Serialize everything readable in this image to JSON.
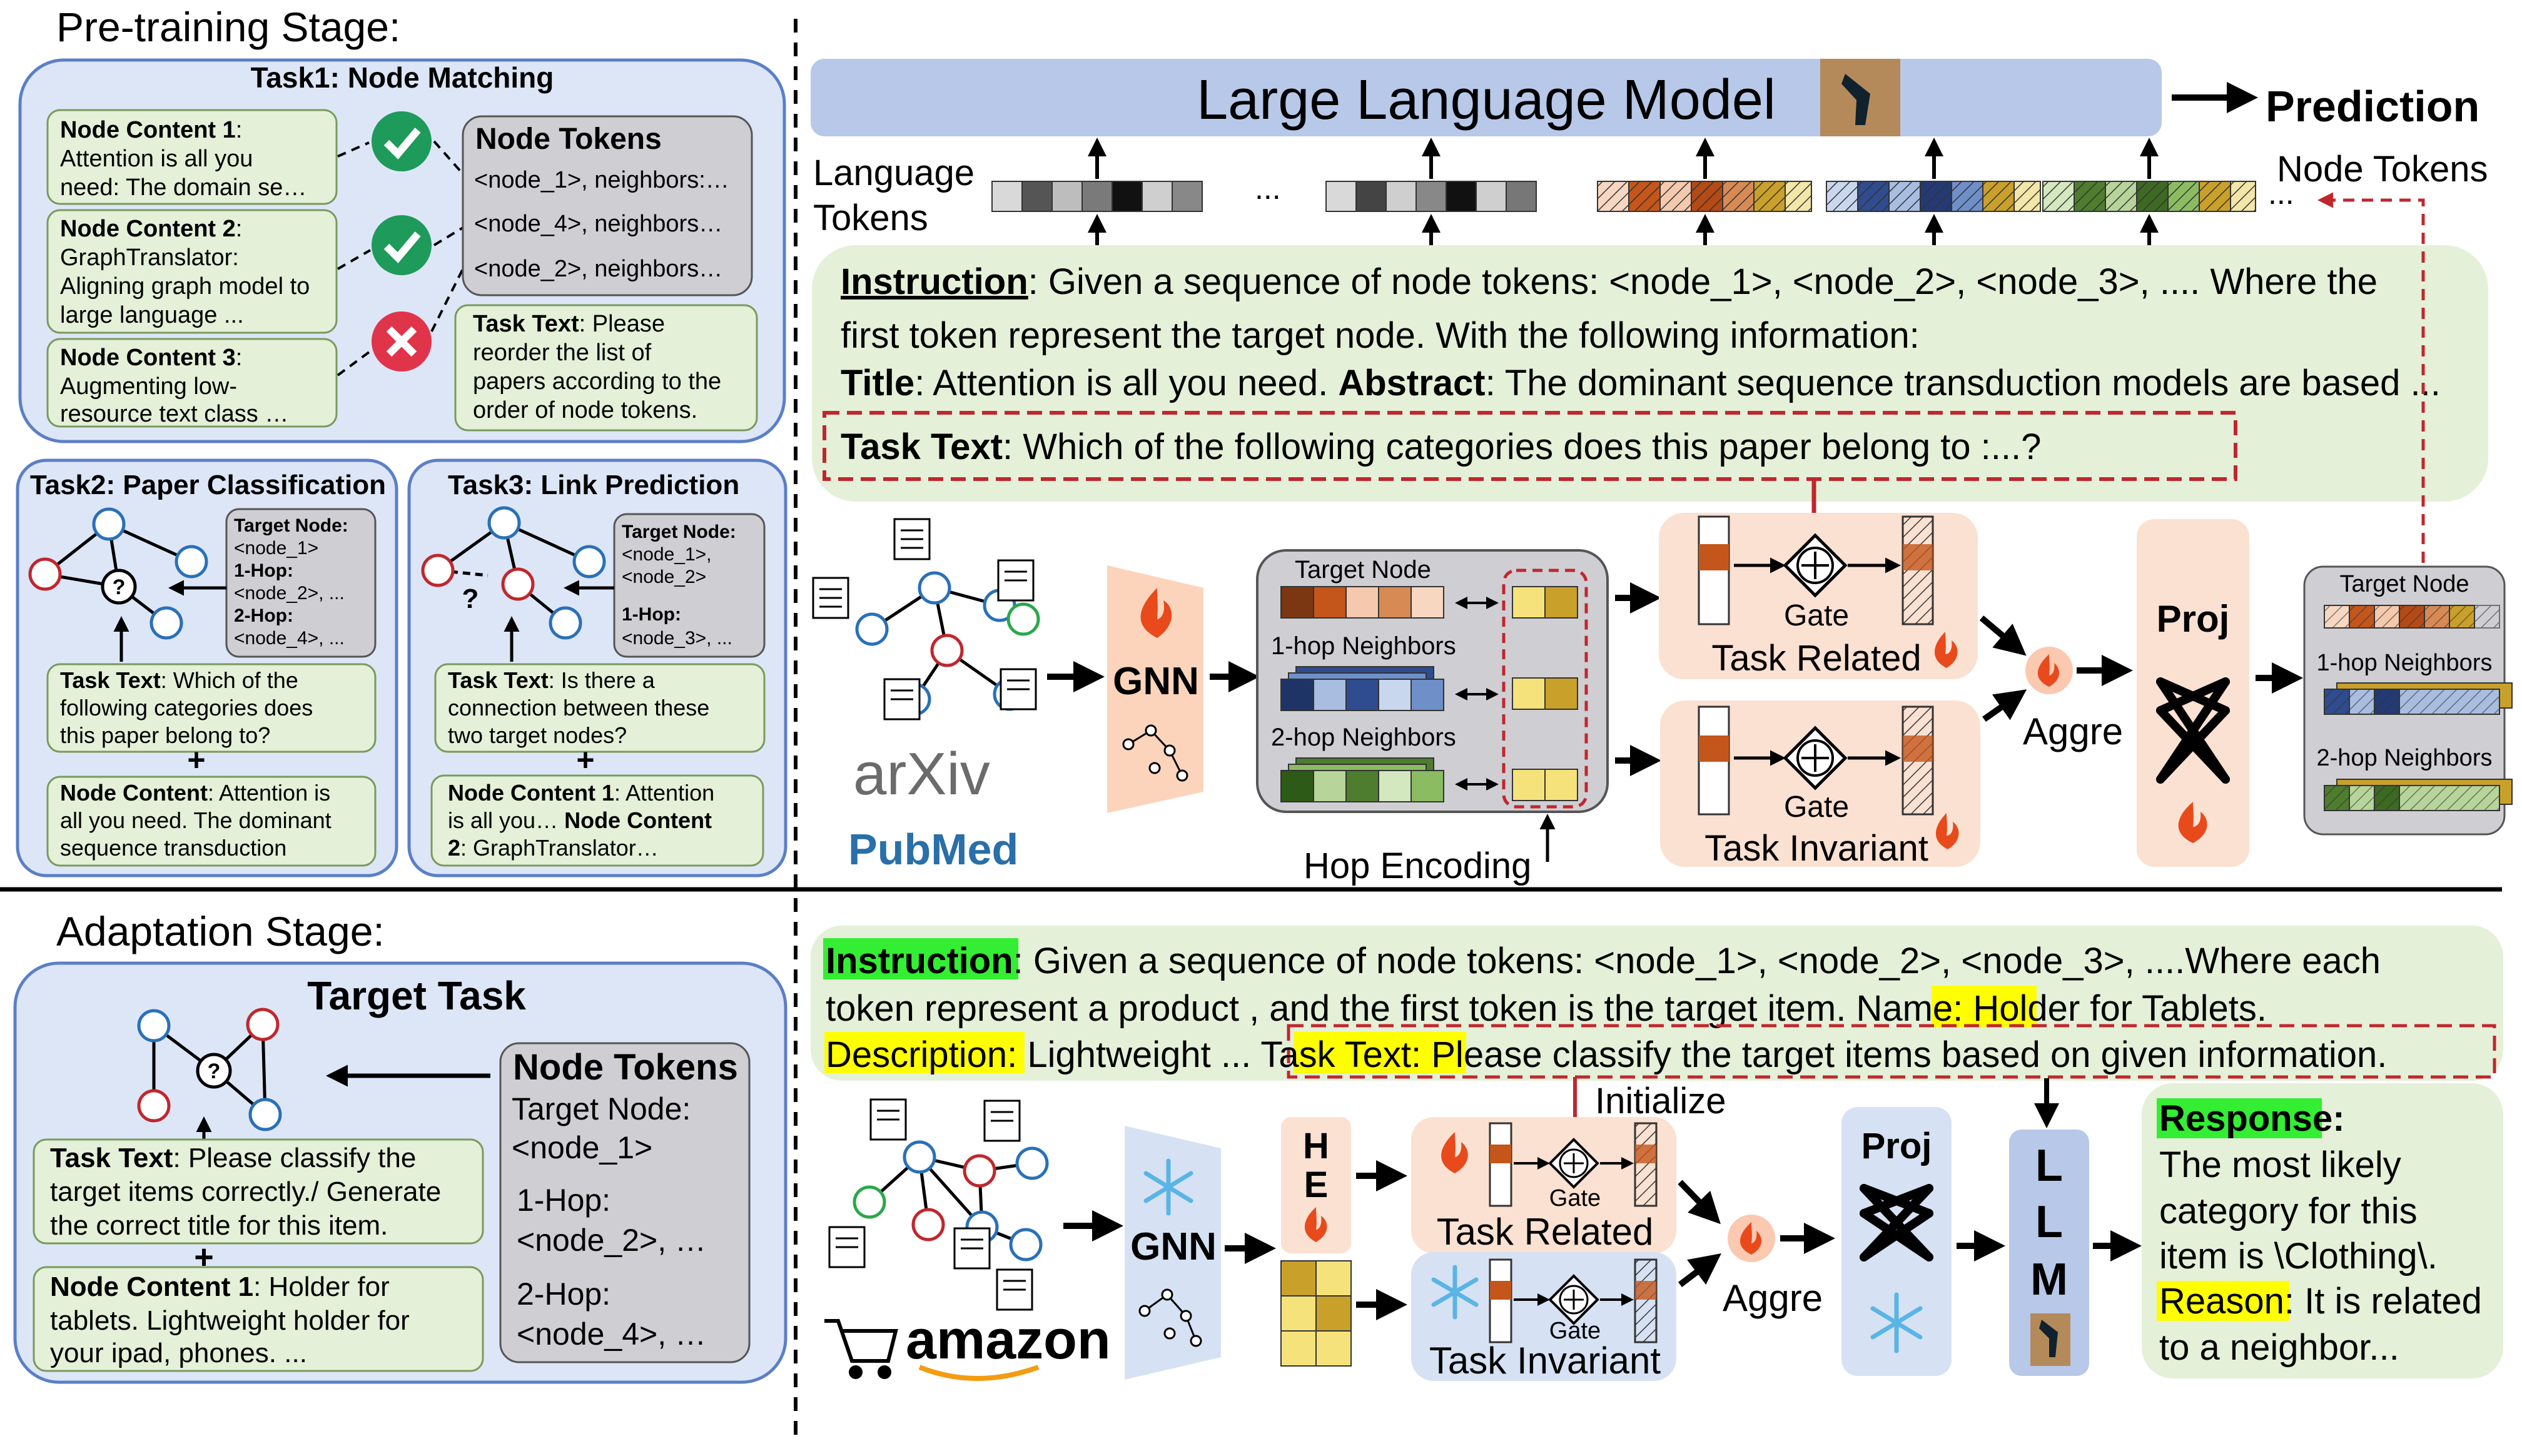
{
  "pretrain": {
    "stage_title": "Pre-training Stage:",
    "task1": {
      "title": "Task1: Node Matching",
      "content1_label": "Node Content 1",
      "content1_lines": [
        ":",
        "Attention is all you",
        "need: The domain se…"
      ],
      "content2_label": "Node Content 2",
      "content2_lines": [
        ":",
        "GraphTranslator:",
        "Aligning graph model to",
        "large language ..."
      ],
      "content3_label": "Node Content 3",
      "content3_lines": [
        ":",
        "Augmenting low-",
        "resource text class …"
      ],
      "node_tokens_title": "Node Tokens",
      "node_token_lines": [
        "<node_1>, neighbors:…",
        "<node_4>, neighbors…",
        "<node_2>, neighbors…"
      ],
      "task_text_label": "Task Text",
      "task_text_lines": [
        ": Please",
        "reorder the list of",
        "papers according to the",
        "order of node tokens."
      ]
    },
    "task2": {
      "title": "Task2: Paper Classification",
      "target_lines": [
        "Target Node:",
        "<node_1>",
        "1-Hop:",
        "<node_2>, ...",
        "2-Hop:",
        "<node_4>, ..."
      ],
      "task_text_label": "Task Text",
      "task_text_lines": [
        ": Which of the",
        "following categories does",
        "this paper belong to?"
      ],
      "node_content_label": "Node Content",
      "node_content_lines": [
        ": Attention is",
        "all you need. The dominant",
        "sequence transduction"
      ]
    },
    "task3": {
      "title": "Task3: Link Prediction",
      "target_lines": [
        "Target Node:",
        "<node_1>,",
        "<node_2>",
        "1-Hop:",
        "<node_3>, ..."
      ],
      "task_text_label": "Task Text",
      "task_text_lines": [
        ": Is there a",
        "connection between these",
        "two target nodes?"
      ],
      "node_content_label": "Node Content 1",
      "node_content_lines": [
        ": Attention",
        "is all you… ",
        "Node Content",
        "2",
        ": GraphTranslator…"
      ]
    },
    "llm_title": "Large Language Model",
    "prediction": "Prediction",
    "language_tokens": [
      "Language",
      "Tokens"
    ],
    "node_tokens": "Node Tokens",
    "ellipsis": "...",
    "instruction": {
      "label": "Instruction",
      "line1": ": Given a sequence of node tokens:  <node_1>,  <node_2>,  <node_3>, .... Where the",
      "line2": "first token represent the target node. With the following information:",
      "title_label": "Title",
      "title_text": ": Attention is all you need. ",
      "abstract_label": "Abstract",
      "abstract_text": ": The dominant sequence transduction models are based ...",
      "task_text_label": "Task Text",
      "task_text": ": Which of the following categories does this paper belong to :...?"
    },
    "gnn": "GNN",
    "arxiv": "arXiv",
    "pubmed": "PubMed",
    "target_node": "Target Node",
    "hop1": "1-hop Neighbors",
    "hop2": "2-hop Neighbors",
    "hop_encoding": "Hop Encoding",
    "gate": "Gate",
    "task_related": "Task Related",
    "task_invariant": "Task Invariant",
    "aggre": "Aggre",
    "proj": "Proj"
  },
  "adapt": {
    "stage_title": "Adaptation Stage:",
    "target_task": "Target Task",
    "node_tokens_title": "Node Tokens",
    "node_token_lines": [
      "Target Node:",
      "<node_1>",
      "1-Hop:",
      "<node_2>, …",
      "2-Hop:",
      "<node_4>, …"
    ],
    "task_text_label": "Task Text",
    "task_text_lines": [
      ": Please classify the",
      "target items correctly./ Generate",
      "the correct title for this item."
    ],
    "node_content_label": "Node Content 1",
    "node_content_lines": [
      ": Holder for",
      "tablets. Lightweight holder for",
      "your ipad, phones. ..."
    ],
    "instruction_label": "Instruction",
    "instruction_line1": ": Given a sequence of node tokens:  <node_1>, <node_2>, <node_3>, ....Where each",
    "instruction_line2": "token represent a product , and the first token is the target item. ",
    "name_label": "Name",
    "name_text": ": Holder for Tablets.",
    "description_label": "Description",
    "description_text": ": Lightweight ... ",
    "task_text2_label": "Task Text",
    "task_text2": ": Please classify the target items based on given information.",
    "initialize": "Initialize",
    "gnn": "GNN",
    "amazon": "amazon",
    "he": [
      "H",
      "E"
    ],
    "gate": "Gate",
    "task_related": "Task Related",
    "task_invariant": "Task Invariant",
    "aggre": "Aggre",
    "proj": "Proj",
    "llm": [
      "L",
      "L",
      "M"
    ],
    "response_label": "Response",
    "response_lines": [
      ":",
      "The most likely",
      "category for this",
      "item is \\Clothing\\."
    ],
    "reason_label": "Reason",
    "reason_lines": [
      ": It is related",
      "to a neighbor..."
    ]
  },
  "colors": {
    "panel_blue": "#dde6f7",
    "panel_blue_border": "#5b7fc7",
    "green_box": "#e4f0d8",
    "gray_box": "#cfcfd3",
    "peach": "#fbe1d2",
    "llm_blue": "#b8c8e8",
    "red_dash": "#c0272d",
    "highlight_yellow": "#ffff00",
    "highlight_green": "#33ee33"
  }
}
